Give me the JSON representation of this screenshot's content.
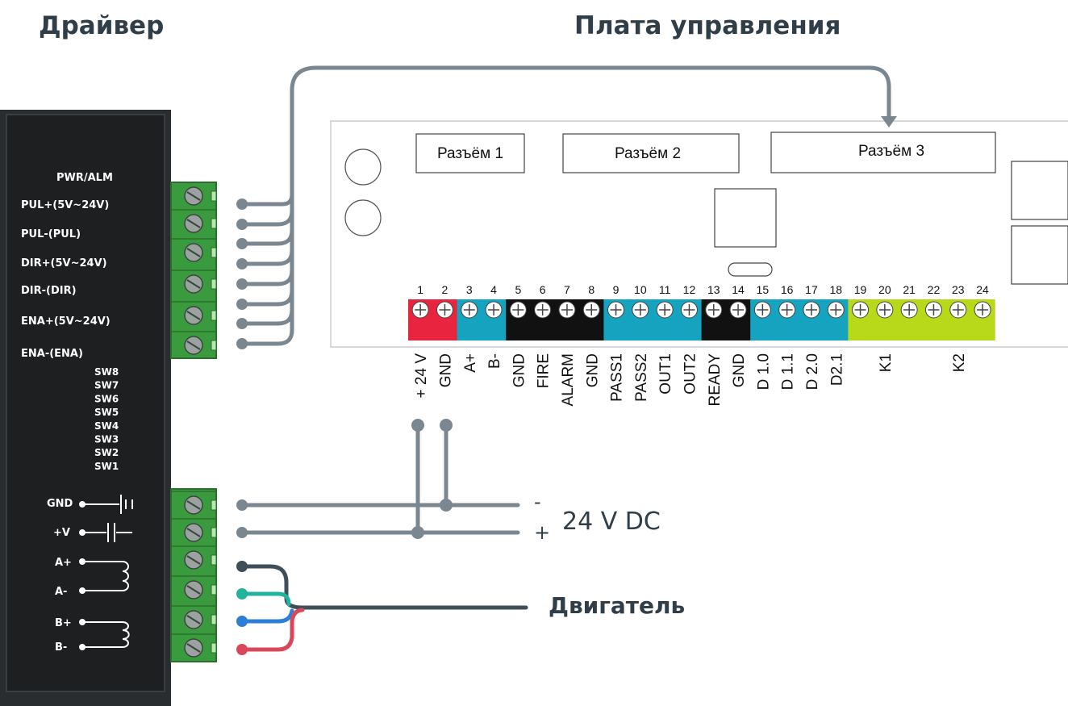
{
  "titles": {
    "driver": "Драйвер",
    "board": "Плата управления"
  },
  "driver": {
    "pwr_alm": "PWR/ALM",
    "control_labels": [
      "PUL+(5V~24V)",
      "PUL-(PUL)",
      "DIR+(5V~24V)",
      "DIR-(DIR)",
      "ENA+(5V~24V)",
      "ENA-(ENA)"
    ],
    "switches": [
      "SW8",
      "SW7",
      "SW6",
      "SW5",
      "SW4",
      "SW3",
      "SW2",
      "SW1"
    ],
    "power_labels": [
      "GND",
      "+V"
    ],
    "motor_labels": [
      "A+",
      "A-",
      "B+",
      "B-"
    ]
  },
  "board": {
    "connectors": [
      "Разъём 1",
      "Разъём 2",
      "Разъём 3"
    ],
    "terminals": [
      {
        "num": "1",
        "sig": "+ 24 V",
        "color": "#e8243f"
      },
      {
        "num": "2",
        "sig": "GND",
        "color": "#e8243f"
      },
      {
        "num": "3",
        "sig": "A+",
        "color": "#15a3c0"
      },
      {
        "num": "4",
        "sig": "B-",
        "color": "#15a3c0"
      },
      {
        "num": "5",
        "sig": "GND",
        "color": "#111111"
      },
      {
        "num": "6",
        "sig": "FIRE",
        "color": "#111111"
      },
      {
        "num": "7",
        "sig": "ALARM",
        "color": "#111111"
      },
      {
        "num": "8",
        "sig": "GND",
        "color": "#111111"
      },
      {
        "num": "9",
        "sig": "PASS1",
        "color": "#15a3c0"
      },
      {
        "num": "10",
        "sig": "PASS2",
        "color": "#15a3c0"
      },
      {
        "num": "11",
        "sig": "OUT1",
        "color": "#15a3c0"
      },
      {
        "num": "12",
        "sig": "OUT2",
        "color": "#15a3c0"
      },
      {
        "num": "13",
        "sig": "READY",
        "color": "#111111"
      },
      {
        "num": "14",
        "sig": "GND",
        "color": "#111111"
      },
      {
        "num": "15",
        "sig": "D 1.0",
        "color": "#15a3c0"
      },
      {
        "num": "16",
        "sig": "D 1.1",
        "color": "#15a3c0"
      },
      {
        "num": "17",
        "sig": "D 2.0",
        "color": "#15a3c0"
      },
      {
        "num": "18",
        "sig": "D2.1",
        "color": "#15a3c0"
      },
      {
        "num": "19",
        "sig": "",
        "color": "#b7d91a"
      },
      {
        "num": "20",
        "sig": "K1",
        "color": "#b7d91a"
      },
      {
        "num": "21",
        "sig": "",
        "color": "#b7d91a"
      },
      {
        "num": "22",
        "sig": "",
        "color": "#b7d91a"
      },
      {
        "num": "23",
        "sig": "K2",
        "color": "#b7d91a"
      },
      {
        "num": "24",
        "sig": "",
        "color": "#b7d91a"
      }
    ]
  },
  "power_supply": {
    "minus": "-",
    "plus": "+",
    "label": "24 V DC"
  },
  "motor_label": "Двигатель",
  "wire_colors": {
    "gray": "#7b8790",
    "dark": "#3e4f5a",
    "teal": "#22b39a",
    "blue": "#2c7fd6",
    "red": "#d9475a"
  }
}
